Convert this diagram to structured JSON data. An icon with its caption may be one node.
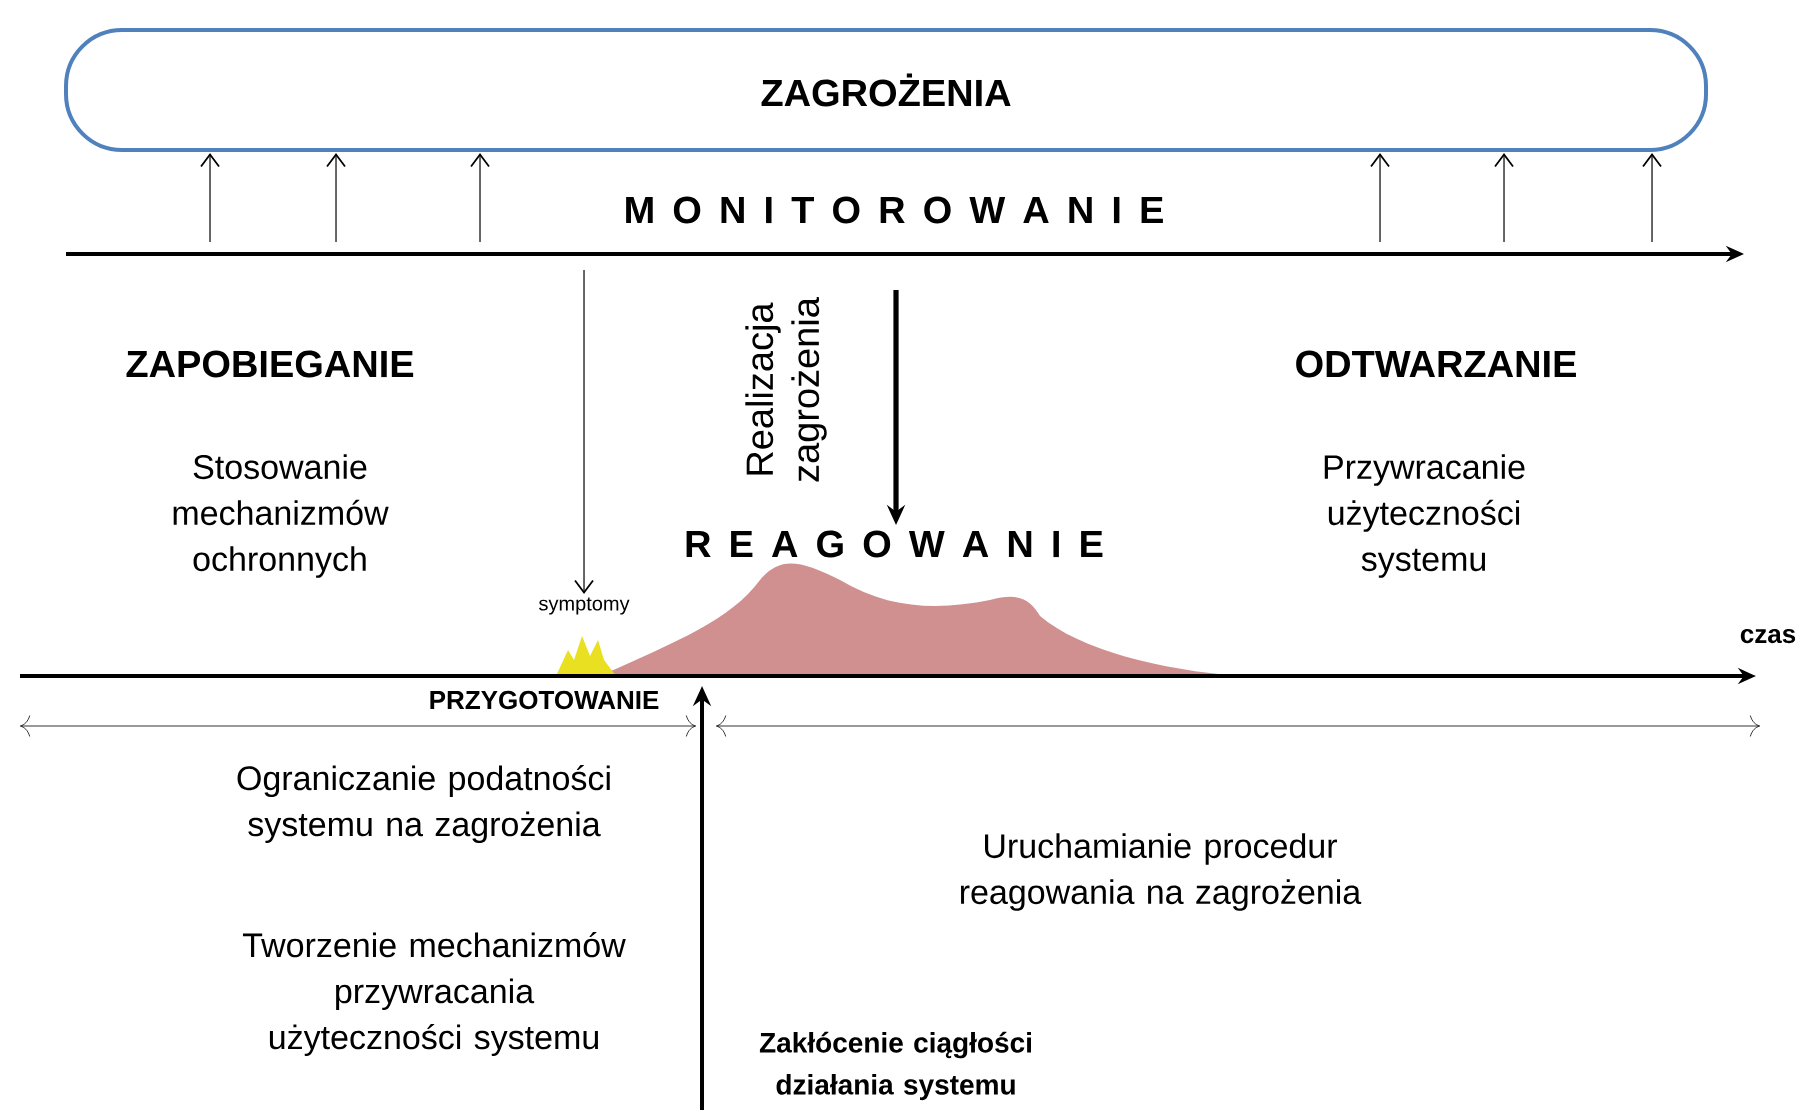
{
  "diagram": {
    "nodes": [
      {
        "text": [
          "ZAGROŻENIA"
        ]
      },
      {
        "text": [
          "symptomy"
        ]
      },
      {
        "text": [
          "R E A G O W A N I E"
        ]
      }
    ],
    "edges": [
      {
        "from": null,
        "to": 0,
        "arrow": "to"
      },
      {
        "from": null,
        "to": 0,
        "arrow": "to"
      },
      {
        "from": null,
        "to": 0,
        "arrow": "to"
      },
      {
        "from": null,
        "to": 0,
        "arrow": "to"
      },
      {
        "from": null,
        "to": 0,
        "arrow": "to"
      },
      {
        "from": null,
        "to": 0,
        "arrow": "to"
      },
      {
        "from": null,
        "to": 1,
        "arrow": "to"
      },
      {
        "from": null,
        "to": 2,
        "arrow": "to",
        "style": "thick"
      }
    ],
    "labels": [
      "M O N I T O R O W A N I E",
      "ZAPOBIEGANIE",
      "Realizacja zagrożenia",
      "ODTWARZANIE",
      "Stosowanie mechanizmów ochronnych",
      "Przywracanie użyteczności systemu",
      "czas",
      "PRZYGOTOWANIE",
      "Ograniczanie podatności systemu na zagrożenia",
      "Uruchamianie procedur reagowania na zagrożenia",
      "Tworzenie mechanizmów przywracania użyteczności systemu",
      "Zakłócenie ciągłości działania systemu"
    ]
  }
}
